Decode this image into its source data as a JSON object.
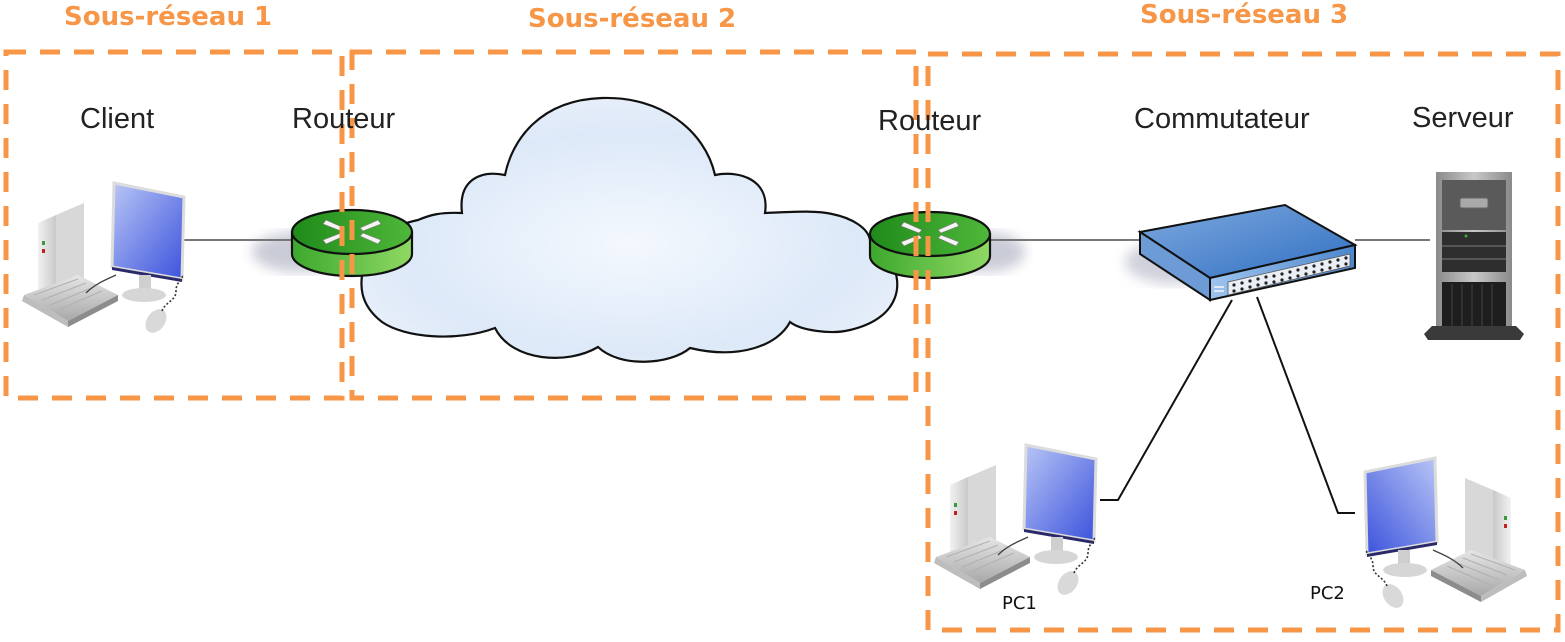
{
  "diagram": {
    "accent_color": "#F79646",
    "zones": [
      {
        "title": "Sous-réseau 1"
      },
      {
        "title": "Sous-réseau 2"
      },
      {
        "title": "Sous-réseau 3"
      }
    ],
    "nodes": {
      "client": {
        "label": "Client",
        "icon": "desktop-computer-icon"
      },
      "router1": {
        "label": "Routeur",
        "icon": "router-icon"
      },
      "cloud": {
        "label": "",
        "icon": "cloud-icon"
      },
      "router2": {
        "label": "Routeur",
        "icon": "router-icon"
      },
      "switch": {
        "label": "Commutateur",
        "icon": "switch-icon"
      },
      "server": {
        "label": "Serveur",
        "icon": "server-tower-icon"
      },
      "pc1": {
        "label": "PC1",
        "icon": "desktop-computer-icon"
      },
      "pc2": {
        "label": "PC2",
        "icon": "desktop-computer-icon"
      }
    },
    "links": [
      [
        "client",
        "router1"
      ],
      [
        "router1",
        "cloud"
      ],
      [
        "cloud",
        "router2"
      ],
      [
        "router2",
        "switch"
      ],
      [
        "switch",
        "server"
      ],
      [
        "switch",
        "pc1"
      ],
      [
        "switch",
        "pc2"
      ]
    ]
  }
}
